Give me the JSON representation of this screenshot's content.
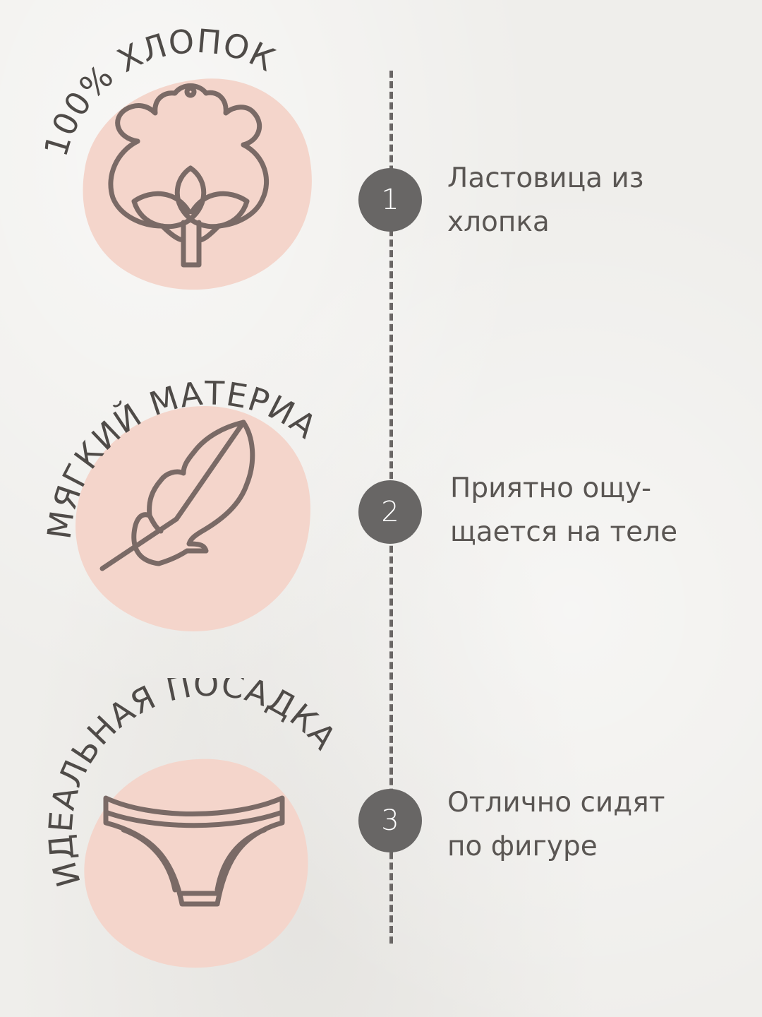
{
  "colors": {
    "background": "#efeeeb",
    "blob": "#f4d5cb",
    "icon_stroke": "#7a6a66",
    "text": "#5a5653",
    "step_circle": "#686665",
    "timeline": "#6a6665"
  },
  "badges": [
    {
      "arc_label": "100% ХЛОПОК",
      "icon": "cotton-icon"
    },
    {
      "arc_label": "МЯГКИЙ МАТЕРИАЛ",
      "icon": "feather-icon"
    },
    {
      "arc_label": "ИДЕАЛЬНАЯ ПОСАДКА",
      "icon": "briefs-icon"
    }
  ],
  "steps": [
    {
      "number": "1",
      "line1": "Ластовица из",
      "line2": "хлопка"
    },
    {
      "number": "2",
      "line1": "Приятно ощу-",
      "line2": "щается на теле"
    },
    {
      "number": "3",
      "line1": "Отлично сидят",
      "line2": "по фигуре"
    }
  ]
}
